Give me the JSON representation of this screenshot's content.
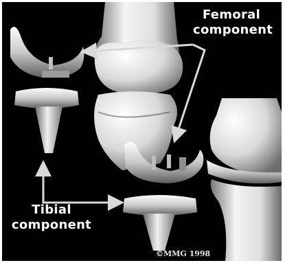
{
  "labels": {
    "femoral": "Femoral\ncomponent",
    "tibial": "Tibial\ncomponent"
  },
  "copyright": "©MMG 1998",
  "colors": {
    "background": "#000000",
    "label": "#ffffff",
    "bone_light": "#f2f2f2",
    "bone_shadow": "#8a8a8a",
    "metal_light": "#e6e6e6",
    "metal_dark": "#5a5a5a",
    "arrow": "#d9d9d9"
  }
}
